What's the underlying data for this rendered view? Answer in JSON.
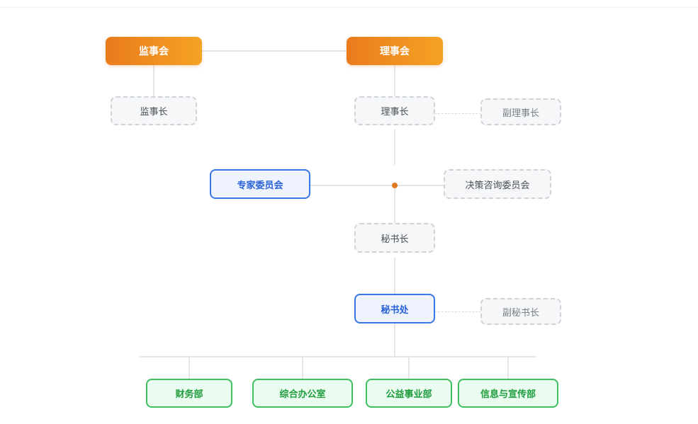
{
  "nodes": {
    "supervisory_board": "监事会",
    "council": "理事会",
    "chief_supervisor": "监事长",
    "chairman": "理事长",
    "vice_chairman": "副理事长",
    "expert_committee": "专家委员会",
    "advisory_committee": "决策咨询委员会",
    "secretary_general": "秘书长",
    "secretariat": "秘书处",
    "deputy_secretary_general": "副秘书长",
    "departments": [
      "财务部",
      "综合办公室",
      "公益事业部",
      "信息与宣传部"
    ]
  },
  "colors": {
    "top_level": "#ea7b1c",
    "committee": "#3b76e8",
    "department": "#3fbf5f",
    "junction_dot": "#e07a1f"
  }
}
